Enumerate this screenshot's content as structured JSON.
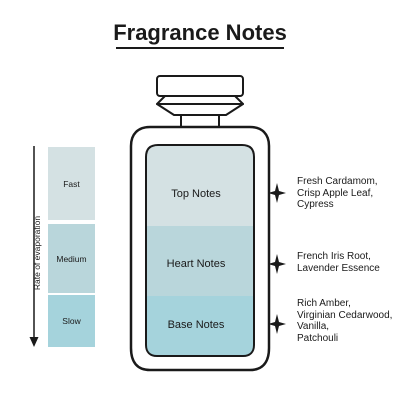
{
  "title": "Fragrance Notes",
  "scale": {
    "axis_label": "Rate of evaporation",
    "levels": [
      "Fast",
      "Medium",
      "Slow"
    ]
  },
  "notes": [
    {
      "name": "Top Notes",
      "ingredients": [
        "Fresh Cardamom,",
        "Crisp Apple Leaf,",
        "Cypress"
      ],
      "color": "#d4e1e3"
    },
    {
      "name": "Heart Notes",
      "ingredients": [
        "French Iris Root,",
        "Lavender Essence"
      ],
      "color": "#b9d6db"
    },
    {
      "name": "Base Notes",
      "ingredients": [
        "Rich Amber,",
        "Virginian Cedarwood,",
        "Vanilla,",
        "Patchouli"
      ],
      "color": "#a5d3dc"
    }
  ]
}
